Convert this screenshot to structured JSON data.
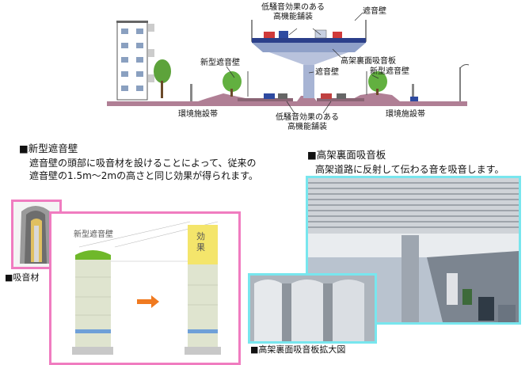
{
  "cross_section": {
    "labels": {
      "low_noise_top": "低騒音効果のある\n高機能舗装",
      "soundwall_top": "遮音壁",
      "new_wall_left": "新型遮音壁",
      "elevated_absorber": "高架裏面吸音板",
      "soundwall_mid": "遮音壁",
      "new_wall_right": "新型遮音壁",
      "env_zone_left": "環境施設帯",
      "low_noise_bottom": "低騒音効果のある\n高機能舗装",
      "env_zone_right": "環境施設帯"
    },
    "colors": {
      "sky": "#ffffff",
      "ground": "#b07f95",
      "deck": "#2b3f8a",
      "tree": "#5da33b"
    }
  },
  "new_wall_section": {
    "title": "■新型遮音壁",
    "description": "遮音壁の頭部に吸音材を設けることによって、従来の遮音壁の1.5m〜2mの高さと同じ効果が得られます。",
    "absorber_label": "■吸音材",
    "figure_wall_label": "新型遮音壁",
    "figure_effect_label": "効果",
    "frame_color": "#f07cc0"
  },
  "elevated_section": {
    "title": "■高架裏面吸音板",
    "description": "高架道路に反射して伝わる音を吸音します。",
    "closeup_label": "■高架裏面吸音板拡大図",
    "frame_color": "#78e6ee"
  }
}
